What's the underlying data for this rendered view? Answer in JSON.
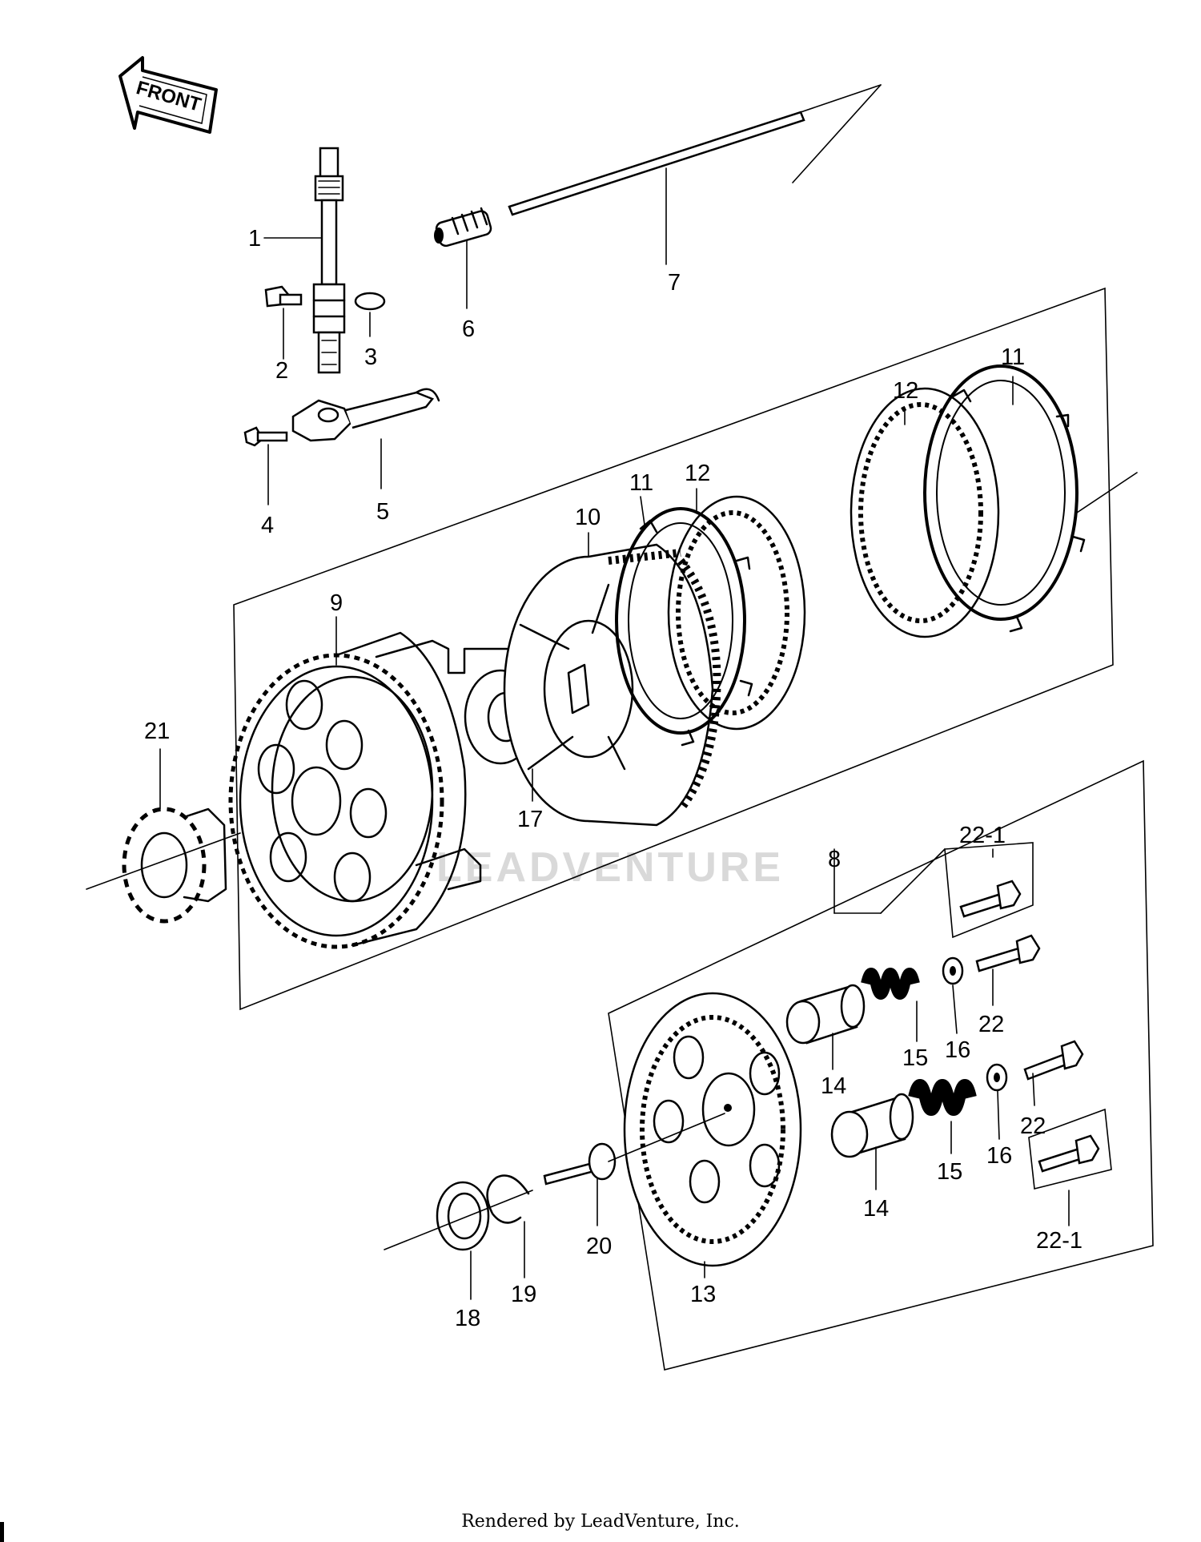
{
  "front_arrow": {
    "label": "FRONT"
  },
  "callouts": [
    {
      "id": "c1",
      "text": "1"
    },
    {
      "id": "c2",
      "text": "2"
    },
    {
      "id": "c3",
      "text": "3"
    },
    {
      "id": "c4",
      "text": "4"
    },
    {
      "id": "c5",
      "text": "5"
    },
    {
      "id": "c6",
      "text": "6"
    },
    {
      "id": "c7",
      "text": "7"
    },
    {
      "id": "c8",
      "text": "8"
    },
    {
      "id": "c9",
      "text": "9"
    },
    {
      "id": "c10",
      "text": "10"
    },
    {
      "id": "c11a",
      "text": "11"
    },
    {
      "id": "c11b",
      "text": "11"
    },
    {
      "id": "c12a",
      "text": "12"
    },
    {
      "id": "c12b",
      "text": "12"
    },
    {
      "id": "c13",
      "text": "13"
    },
    {
      "id": "c14a",
      "text": "14"
    },
    {
      "id": "c14b",
      "text": "14"
    },
    {
      "id": "c15a",
      "text": "15"
    },
    {
      "id": "c15b",
      "text": "15"
    },
    {
      "id": "c16a",
      "text": "16"
    },
    {
      "id": "c16b",
      "text": "16"
    },
    {
      "id": "c17",
      "text": "17"
    },
    {
      "id": "c18",
      "text": "18"
    },
    {
      "id": "c19",
      "text": "19"
    },
    {
      "id": "c20",
      "text": "20"
    },
    {
      "id": "c21",
      "text": "21"
    },
    {
      "id": "c22a",
      "text": "22"
    },
    {
      "id": "c22b",
      "text": "22"
    },
    {
      "id": "c22-1a",
      "text": "22-1"
    },
    {
      "id": "c22-1b",
      "text": "22-1"
    }
  ],
  "watermark": "LEADVENTURE",
  "footer": "Rendered by LeadVenture, Inc."
}
